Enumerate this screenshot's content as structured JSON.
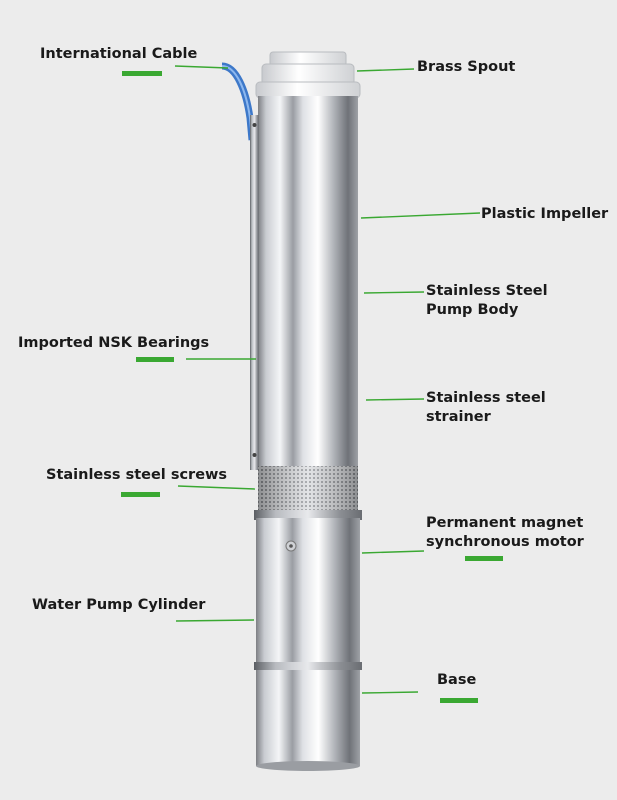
{
  "accent_color": "#3aa832",
  "labels": {
    "international_cable": "International Cable",
    "brass_spout": "Brass Spout",
    "plastic_impeller": "Plastic Impeller",
    "pump_body_line1": "Stainless Steel",
    "pump_body_line2": "Pump Body",
    "nsk_bearings": "Imported NSK Bearings",
    "strainer_line1": "Stainless steel",
    "strainer_line2": "strainer",
    "screws": "Stainless steel screws",
    "motor_line1": "Permanent magnet",
    "motor_line2": "synchronous motor",
    "cylinder": "Water Pump Cylinder",
    "base": "Base"
  }
}
